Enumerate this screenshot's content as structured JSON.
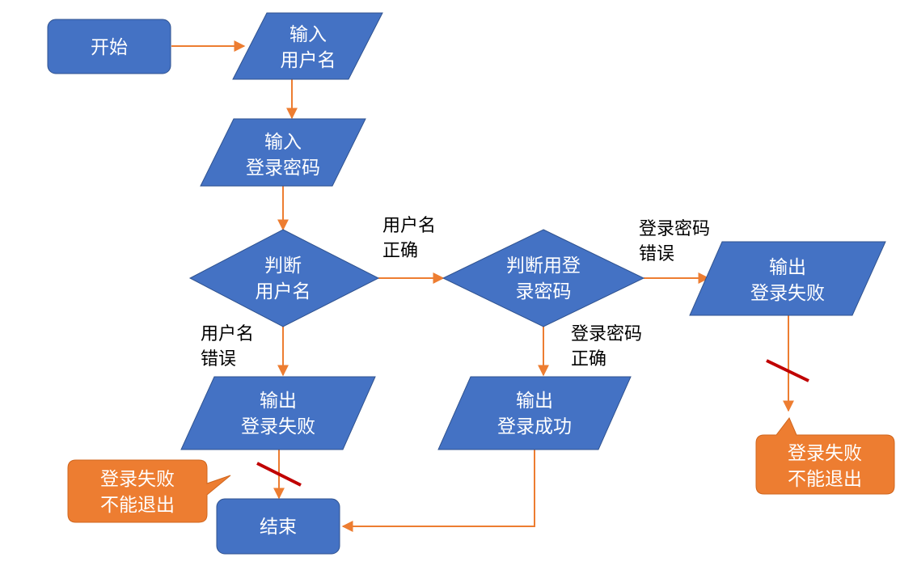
{
  "colors": {
    "node_fill": "#4472C4",
    "node_stroke": "#2F528F",
    "edge": "#ED7D31",
    "callout": "#ED7D31",
    "cross": "#C00000"
  },
  "nodes": {
    "start": "开始",
    "input_username": [
      "输入",
      "用户名"
    ],
    "input_password": [
      "输入",
      "登录密码"
    ],
    "check_username": [
      "判断",
      "用户名"
    ],
    "check_password": [
      "判断用登",
      "录密码"
    ],
    "output_fail_left": [
      "输出",
      "登录失败"
    ],
    "output_success": [
      "输出",
      "登录成功"
    ],
    "output_fail_right": [
      "输出",
      "登录失败"
    ],
    "end": "结束"
  },
  "edge_labels": {
    "username_correct": [
      "用户名",
      "正确"
    ],
    "username_wrong": [
      "用户名",
      "错误"
    ],
    "password_wrong": [
      "登录密码",
      "错误"
    ],
    "password_correct": [
      "登录密码",
      "正确"
    ]
  },
  "callouts": {
    "left": [
      "登录失败",
      "不能退出"
    ],
    "right": [
      "登录失败",
      "不能退出"
    ]
  }
}
